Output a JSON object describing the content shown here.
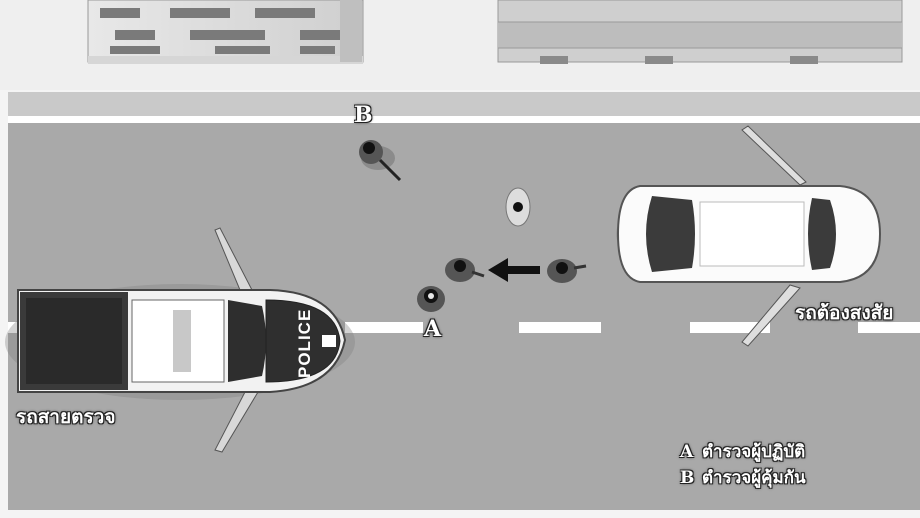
{
  "markers": {
    "a": "A",
    "b": "B"
  },
  "vehicles": {
    "patrol_label": "รถสายตรวจ",
    "patrol_text": "POLICE",
    "suspect_label": "รถต้องสงสัย"
  },
  "legend": [
    {
      "key": "A",
      "text": "ตำรวจผู้ปฏิบัติ"
    },
    {
      "key": "B",
      "text": "ตำรวจผู้คุ้มกัน"
    }
  ],
  "colors": {
    "road": "#a9a9a9",
    "sidewalk": "#c9c9c9",
    "lane_marking": "#ffffff",
    "patrol_bed": "#3a3a3a",
    "label_text": "#ffffff"
  }
}
